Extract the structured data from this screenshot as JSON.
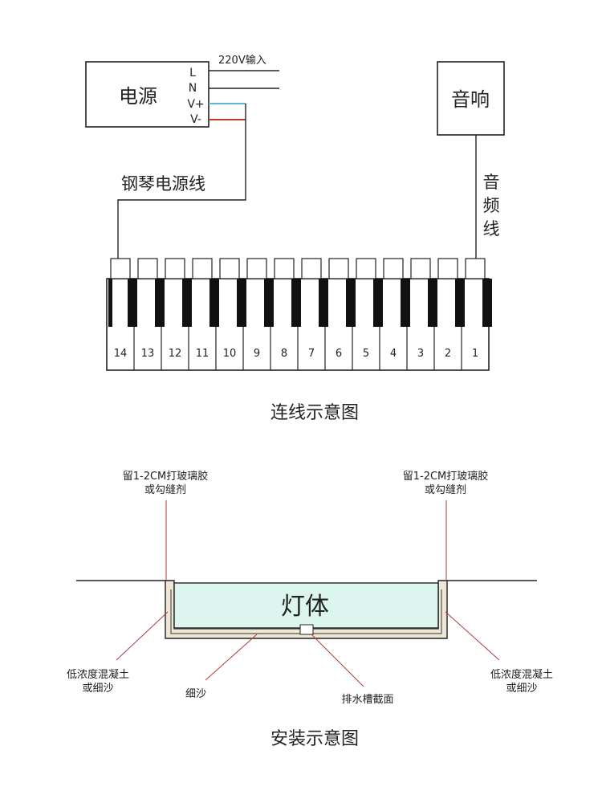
{
  "wiring": {
    "power_label": "电源",
    "input_label": "220V输入",
    "terminals": [
      "L",
      "N",
      "V+",
      "V-"
    ],
    "speaker_label": "音响",
    "piano_cable_label": "钢琴电源线",
    "audio_cable_chars": [
      "音",
      "频",
      "线"
    ],
    "key_numbers": [
      "14",
      "13",
      "12",
      "11",
      "10",
      "9",
      "8",
      "7",
      "6",
      "5",
      "4",
      "3",
      "2",
      "1"
    ],
    "caption": "连线示意图",
    "wire_colors": {
      "positive": "#5bb8d4",
      "negative": "#c0392b"
    }
  },
  "install": {
    "gap_note_line1": "留1-2CM打玻璃胶",
    "gap_note_line2": "或勾缝剂",
    "lamp_label": "灯体",
    "concrete_line1": "低浓度混凝土",
    "concrete_line2": "或细沙",
    "sand_label": "细沙",
    "drain_label": "排水槽截面",
    "caption": "安装示意图",
    "colors": {
      "lamp_fill": "#dcf5ee",
      "sand_fill": "#efe7d6",
      "callout_line": "#b03a3a"
    }
  }
}
